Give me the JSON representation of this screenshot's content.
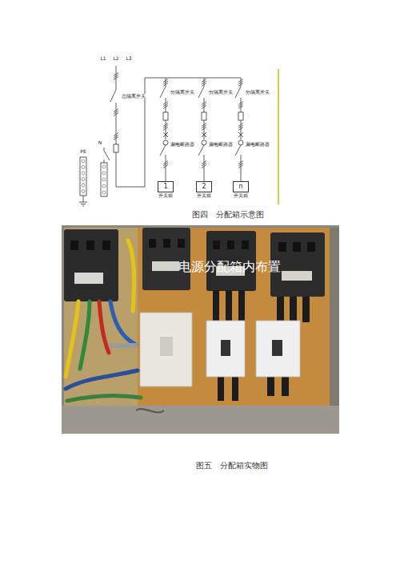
{
  "diagram": {
    "nodes": [
      {
        "text": [
          "1",
          "开关箱"
        ]
      },
      {
        "text": [
          "2",
          "开关箱"
        ]
      },
      {
        "text": [
          "n",
          "开关箱"
        ]
      }
    ],
    "labels": [
      "L1",
      "L2",
      "L3",
      "总隔离开关",
      "PE",
      "N",
      "分隔离开关",
      "漏电断路器",
      "分隔离开关",
      "漏电断路器",
      "分隔离开关",
      "漏电断路器",
      "图四　分配箱示意图",
      "电源分配箱内布置",
      "图五　分配箱实物图"
    ]
  }
}
